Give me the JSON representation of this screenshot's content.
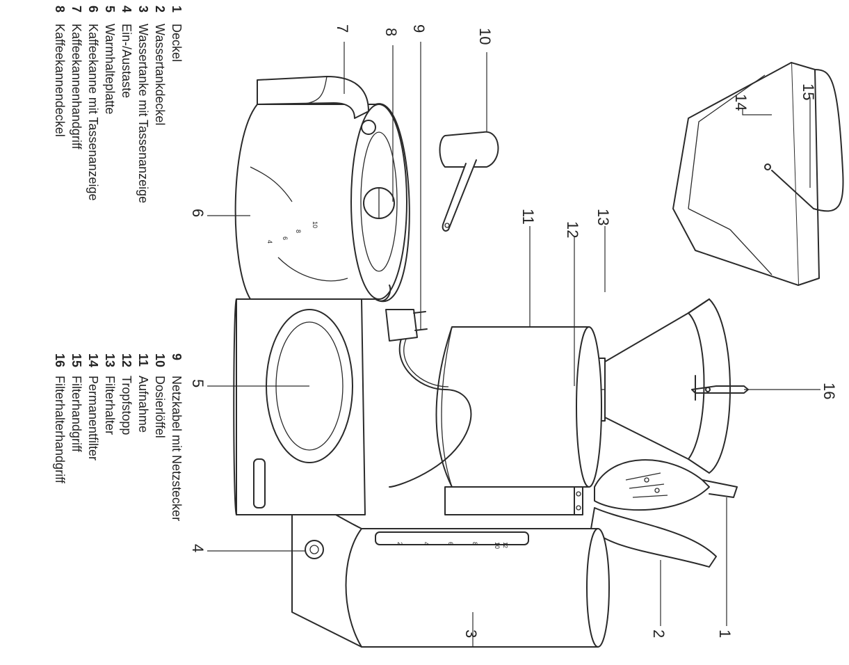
{
  "legend_left": [
    {
      "num": "1",
      "label": "Deckel"
    },
    {
      "num": "2",
      "label": "Wassertankdeckel"
    },
    {
      "num": "3",
      "label": "Wassertanke mit Tassenanzeige"
    },
    {
      "num": "4",
      "label": "Ein-/Austaste"
    },
    {
      "num": "5",
      "label": "Warmhalteplatte"
    },
    {
      "num": "6",
      "label": "Kaffeekanne mit Tassenanzeige"
    },
    {
      "num": "7",
      "label": "Kaffeekannenhandgriff"
    },
    {
      "num": "8",
      "label": "Kaffeekannendeckel"
    }
  ],
  "legend_right": [
    {
      "num": "9",
      "label": "Netzkabel mit Netzstecker"
    },
    {
      "num": "10",
      "label": "Dosierlöffel"
    },
    {
      "num": "11",
      "label": "Aufnahme"
    },
    {
      "num": "12",
      "label": "Tropfstopp"
    },
    {
      "num": "13",
      "label": "Filterhalter"
    },
    {
      "num": "14",
      "label": "Permanentfilter"
    },
    {
      "num": "15",
      "label": "Filterhandgriff"
    },
    {
      "num": "16",
      "label": "Filterhalterhandgriff"
    }
  ],
  "callouts": [
    "1",
    "2",
    "3",
    "4",
    "5",
    "6",
    "7",
    "8",
    "9",
    "10",
    "11",
    "12",
    "13",
    "14",
    "15",
    "16"
  ],
  "tank_scale": [
    "2",
    "4",
    "6",
    "8",
    "10"
  ],
  "tank_scale_top": "12",
  "carafe_scale": [
    "10",
    "8",
    "6",
    "4"
  ]
}
